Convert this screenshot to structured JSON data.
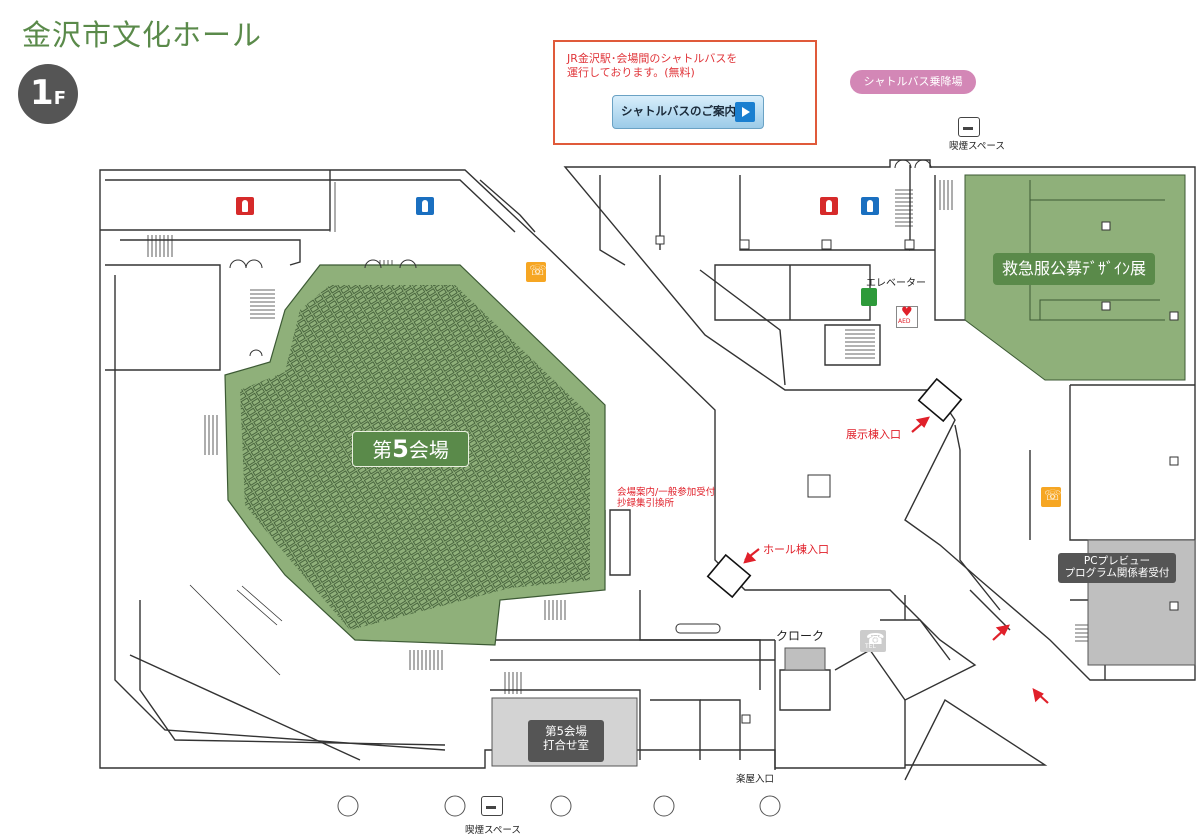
{
  "title": "金沢市文化ホール",
  "floor": {
    "number": "1",
    "suffix": "F"
  },
  "notice": {
    "text_line1": "JR金沢駅･会場間のシャトルバスを",
    "text_line2": "運行しております。(無料)",
    "button_label": "シャトルバスのご案内"
  },
  "shuttle_stop_label": "シャトルバス乗降場",
  "smoking_space_label": "喫煙スペース",
  "halls": {
    "hall5_prefix": "第",
    "hall5_number": "5",
    "hall5_suffix": "会場",
    "exhibit": "救急服公募ﾃﾞｻﾞｲﾝ展"
  },
  "rooms": {
    "meeting_line1": "第5会場",
    "meeting_line2": "打合せ室",
    "pc_line1": "PCプレビュー",
    "pc_line2": "プログラム関係者受付",
    "cloak": "クローク",
    "backstage_entrance": "楽屋入口",
    "elevator": "エレベーター"
  },
  "entrances": {
    "exhibit_building": "展示棟入口",
    "hall_building": "ホール棟入口"
  },
  "reception": {
    "line1": "会場案内/一般参加受付",
    "line2": "抄録集引換所"
  },
  "colors": {
    "hall_fill": "#8fb07a",
    "hall_label": "#5a8a4a",
    "accent_red": "#e0202a",
    "pill": "#d387b6",
    "grey_room": "#bfbfbf"
  },
  "icons": [
    "toilet-women-icon",
    "toilet-men-icon",
    "smoking-icon",
    "public-phone-icon",
    "elevator-icon",
    "aed-icon",
    "tel-icon",
    "play-arrow-icon",
    "entrance-arrow-icon"
  ]
}
